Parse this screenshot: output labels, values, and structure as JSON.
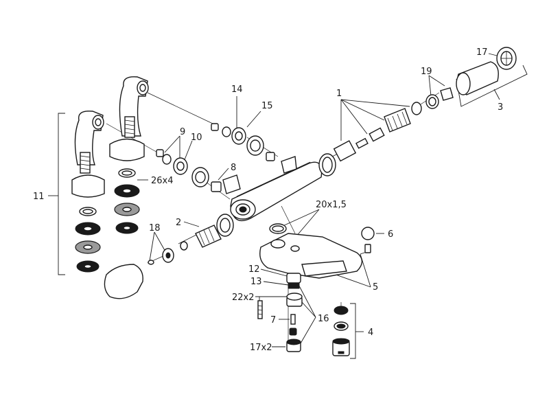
{
  "labels": {
    "l1": "1",
    "l2": "2",
    "l3": "3",
    "l4": "4",
    "l5": "5",
    "l6": "6",
    "l7": "7",
    "l8": "8",
    "l9": "9",
    "l10": "10",
    "l11": "11",
    "l12": "12",
    "l13": "13",
    "l14": "14",
    "l15": "15",
    "l16": "16",
    "l17top": "17",
    "l17x2": "17x2",
    "l18": "18",
    "l19": "19",
    "l20": "20x1,5",
    "l22": "22x2",
    "l26": "26x4"
  }
}
